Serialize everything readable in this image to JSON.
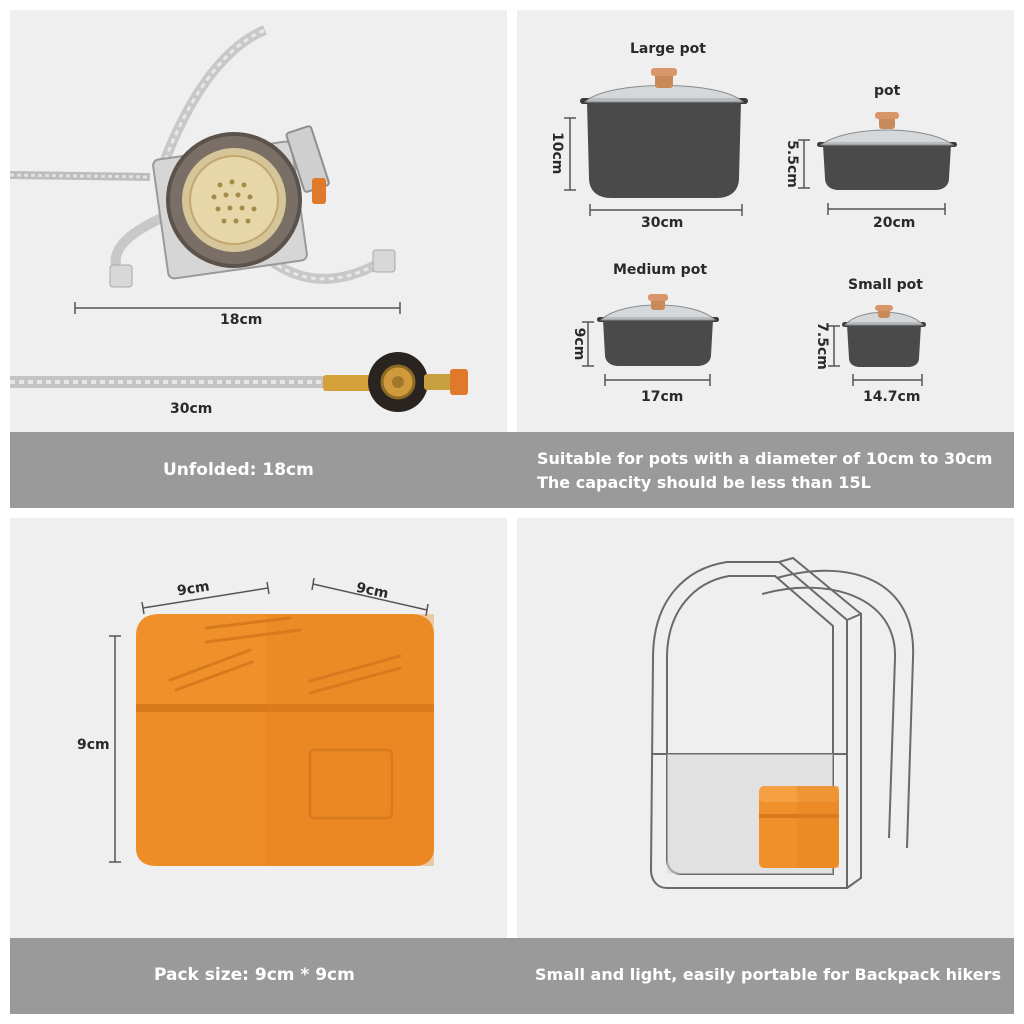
{
  "stove": {
    "unfolded_dim": "18cm",
    "hose_dim": "30cm"
  },
  "pots": {
    "large": {
      "name": "Large pot",
      "height": "10cm",
      "diameter": "30cm"
    },
    "standard": {
      "name": "pot",
      "height": "5.5cm",
      "diameter": "20cm"
    },
    "medium": {
      "name": "Medium pot",
      "height": "9cm",
      "diameter": "17cm"
    },
    "small": {
      "name": "Small pot",
      "height": "7.5cm",
      "diameter": "14.7cm"
    }
  },
  "captions": {
    "unfolded": "Unfolded: 18cm",
    "suitable_line1": "Suitable for pots with a diameter of 10cm to 30cm",
    "suitable_line2": "The capacity should be less than 15L",
    "pack_size": "Pack size: 9cm * 9cm",
    "portable": "Small and light, easily portable for Backpack hikers"
  },
  "case": {
    "width": "9cm",
    "depth": "9cm",
    "height": "9cm"
  },
  "colors": {
    "case_orange": "#f0902a",
    "bar_gray": "#9a9a9a",
    "panel_bg": "#efefef",
    "pot_body": "#4a4a4a"
  }
}
